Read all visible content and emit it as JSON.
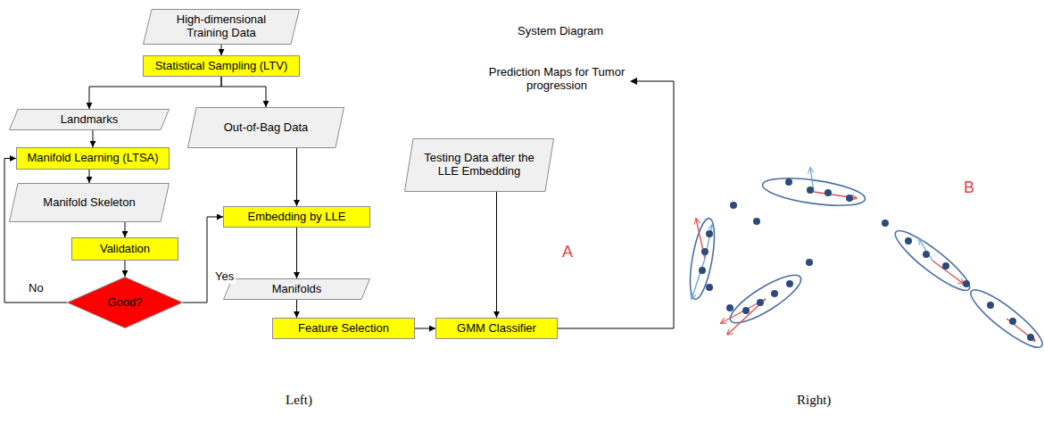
{
  "diagram": {
    "nodes": [
      {
        "text": [
          "High-dimensional Training Data"
        ]
      },
      {
        "text": [
          "Statistical Sampling (LTV)"
        ]
      },
      {
        "text": [
          "Landmarks"
        ]
      },
      {
        "text": [
          "Out-of-Bag Data"
        ]
      },
      {
        "text": [
          "Manifold Learning (LTSA)"
        ]
      },
      {
        "text": [
          "Manifold Skeleton"
        ]
      },
      {
        "text": [
          "Embedding by LLE"
        ]
      },
      {
        "text": [
          "Testing Data after the LLE Embedding"
        ]
      },
      {
        "text": [
          "Validation"
        ]
      },
      {
        "text": [
          "Manifolds"
        ]
      },
      {
        "text": [
          "Good?"
        ]
      },
      {
        "text": [
          "Feature Selection"
        ]
      },
      {
        "text": [
          "GMM Classifier"
        ]
      }
    ],
    "edges": [
      {
        "from": 0,
        "to": 1,
        "arrow": "to"
      },
      {
        "from": 1,
        "to": 2,
        "arrow": "to"
      },
      {
        "from": 1,
        "to": 3,
        "arrow": "to"
      },
      {
        "from": 2,
        "to": 4,
        "arrow": "to"
      },
      {
        "from": 4,
        "to": 5,
        "arrow": "to"
      },
      {
        "from": 5,
        "to": 8,
        "arrow": "to"
      },
      {
        "from": 8,
        "to": 10,
        "arrow": "to"
      },
      {
        "from": 10,
        "to": 4,
        "label": "No",
        "arrow": "to"
      },
      {
        "from": 10,
        "to": 6,
        "label": "Yes",
        "arrow": "to"
      },
      {
        "from": 3,
        "to": 6,
        "arrow": "to"
      },
      {
        "from": 6,
        "to": 9,
        "arrow": "to"
      },
      {
        "from": 9,
        "to": 11,
        "arrow": "to"
      },
      {
        "from": 11,
        "to": 12,
        "arrow": "to"
      },
      {
        "from": 7,
        "to": 12,
        "arrow": "to"
      }
    ],
    "labels": [
      "System Diagram",
      "Prediction Maps for Tumor progression",
      "A",
      "B",
      "Left)",
      "Right)"
    ]
  }
}
